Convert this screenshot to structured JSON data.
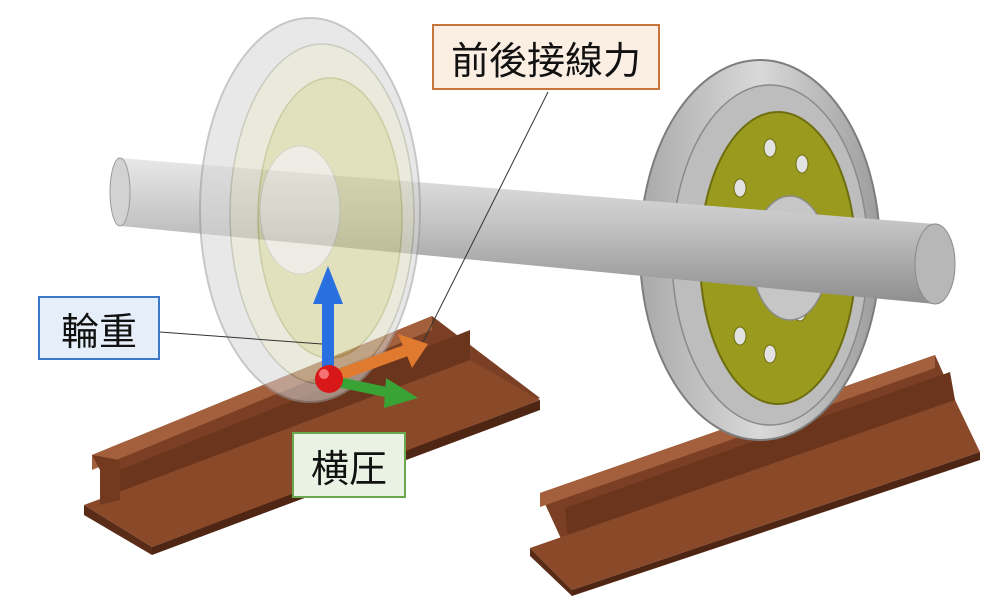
{
  "labels": {
    "longitudinal_tangential_force": "前後接線力",
    "wheel_load": "輪重",
    "lateral_force": "横圧"
  },
  "colors": {
    "wheel_load_arrow": "#2a6fe0",
    "longitudinal_arrow": "#e07a2e",
    "lateral_arrow": "#3aa335",
    "contact_point": "#d81818",
    "rail": "#6e3a22",
    "disc": "#9a9a1e",
    "axle": "#c8c8c8"
  }
}
